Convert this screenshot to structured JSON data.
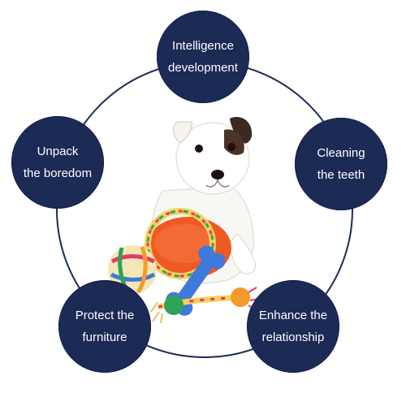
{
  "benefits": {
    "intelligence": {
      "line1": "Intelligence",
      "line2": "development"
    },
    "cleaning": {
      "line1": "Cleaning",
      "line2": "the teeth"
    },
    "unpack": {
      "line1": "Unpack",
      "line2": "the boredom"
    },
    "protect": {
      "line1": "Protect the",
      "line2": "furniture"
    },
    "enhance": {
      "line1": "Enhance the",
      "line2": "relationship"
    }
  },
  "colors": {
    "circle_fill": "#1c2a56",
    "ring_stroke": "#1c2a56",
    "text": "#ffffff",
    "background": "#ffffff"
  },
  "illustration": {
    "subject": "puppy with rope toys",
    "icons": [
      "dog-illustration",
      "rope-ring-toy",
      "rope-ball-toy",
      "bone-toy",
      "rope-knot-toy",
      "orange-disc-toy"
    ]
  }
}
